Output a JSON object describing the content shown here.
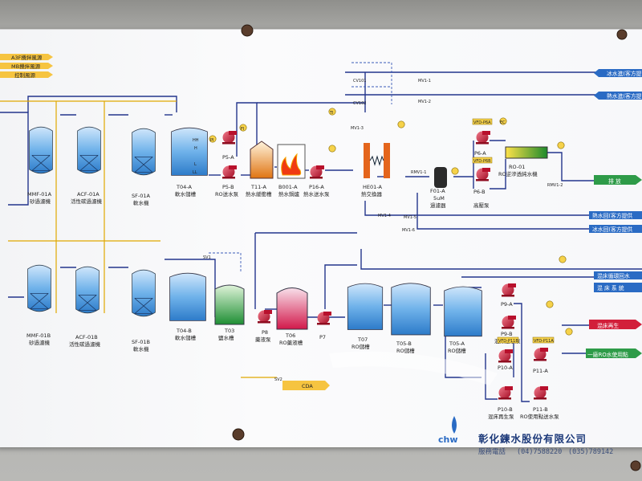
{
  "legend": [
    "A3F攪拌風源",
    "MB攪拌風源",
    "控制風源"
  ],
  "filters": [
    {
      "id": "MMF-01A",
      "name": "砂過濾機"
    },
    {
      "id": "ACF-01A",
      "name": "活性碳過濾機"
    },
    {
      "id": "SF-01A",
      "name": "軟水機"
    },
    {
      "id": "MMF-01B",
      "name": "砂過濾機"
    },
    {
      "id": "ACF-01B",
      "name": "活性碳過濾機"
    },
    {
      "id": "SF-01B",
      "name": "軟水機"
    }
  ],
  "tanks": {
    "t04a": {
      "id": "T04-A",
      "name": "軟水儲槽"
    },
    "t04b": {
      "id": "T04-B",
      "name": "軟水儲槽"
    },
    "t03": {
      "id": "T03",
      "name": "鹽水槽"
    },
    "t11a": {
      "id": "T11-A",
      "name": "熱水緩衝槽"
    },
    "b001a": {
      "id": "B001-A",
      "name": "熱水鍋爐"
    },
    "t06": {
      "id": "T06",
      "name": "RO藥液槽"
    },
    "t07": {
      "id": "T07",
      "name": "RO儲槽"
    },
    "t05b": {
      "id": "T05-B",
      "name": "RO儲槽"
    },
    "t05a": {
      "id": "T05-A",
      "name": "RO儲槽"
    }
  },
  "pumps": {
    "p5a": "P5-A",
    "p5b": "P5-B",
    "p5b_name": "RO送水泵",
    "p16a": "P16-A",
    "p16a_name": "熱水送水泵",
    "p6a": "P6-A",
    "p6b": "P6-B",
    "p6_name": "高壓泵",
    "p8": "P8",
    "p8_name": "藥液泵",
    "p7": "P7",
    "p9a": "P9-A",
    "p9b": "P9-B",
    "p9b_name": "混床送水泵",
    "p10a": "P10-A",
    "p10b": "P10-B",
    "p10b_name": "混床再生泵",
    "p11a": "P11-A",
    "p11b": "P11-B",
    "p11b_name": "RO使用點送水泵"
  },
  "equip": {
    "he01a": "HE01-A",
    "he01a_name": "熱交換器",
    "f01a": "F01-A",
    "f01a_micron": "5uM",
    "f01a_name": "過濾器",
    "ro01": "RO-01",
    "ro01_name": "RO逆滲透純水機"
  },
  "valves": {
    "cv101": "CV101",
    "cv102": "CV102",
    "mv11": "MV1-1",
    "mv12": "MV1-2",
    "mv13": "MV1-3",
    "mv14": "MV1-4",
    "mv15": "MV1-5",
    "mv16": "MV1-6",
    "rmv11": "RMV1-1",
    "rmv12": "RMV1-2",
    "sv1": "SV1",
    "sv2": "SV2",
    "vfd1": "VFD-P6A",
    "vfd2": "VFD-P6B",
    "vfd3": "VFD-P11A",
    "vfd4": "VFD-P11B",
    "hh": "HH",
    "h": "H",
    "l": "L",
    "ll": "LL",
    "fi": "FI",
    "pi": "PI",
    "ti": "TI",
    "ec": "EC",
    "cda": "CDA"
  },
  "outlets": [
    "冰水進(客方提",
    "熱水進(客方提",
    "排  放",
    "熱水回(客方提供",
    "冰水回(客方提供",
    "混床循環回水",
    "混 床 系 統",
    "混床再生",
    "一廠RO水使用點"
  ],
  "footer": {
    "logo": "chw",
    "company": "彰化鍊水股份有限公司",
    "tel_label": "服務電話",
    "tel1": "(04)7588220",
    "tel2": "(035)789142"
  }
}
